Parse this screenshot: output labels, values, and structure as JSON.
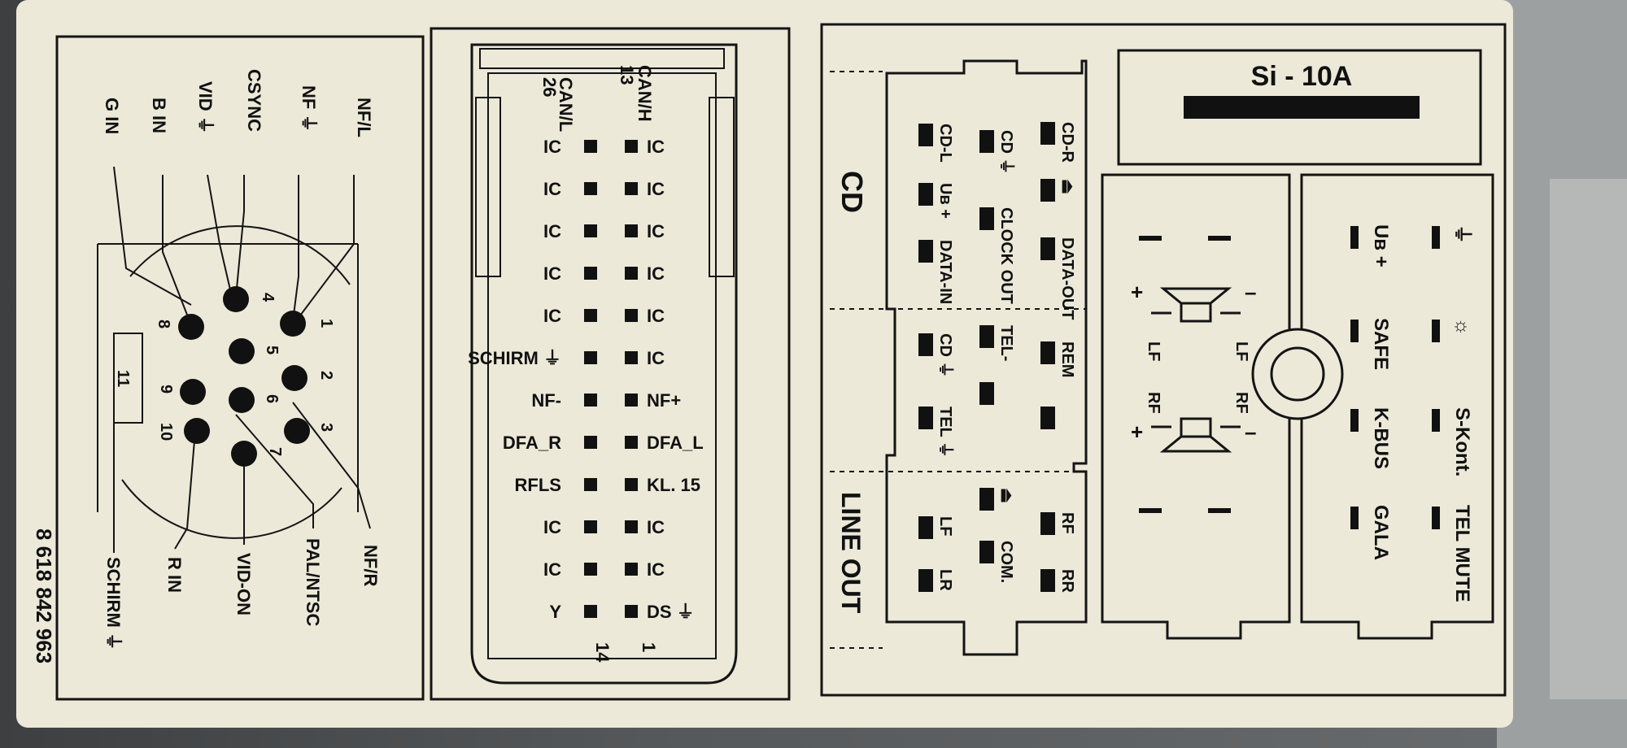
{
  "part_number": "8 618 842 963",
  "colors": {
    "label_bg": "#ece9d9",
    "line": "#141414",
    "metal": "#9da0a1",
    "background": "#3d3f41"
  },
  "round_connector": {
    "top_labels": [
      "NF/L",
      "NF ⏚",
      "CSYNC",
      "VID ⏚",
      "B IN",
      "G IN"
    ],
    "bottom_labels": [
      "NF/R",
      "PAL/NTSC",
      "VID-ON",
      "R IN",
      "SCHIRM ⏚"
    ],
    "pins": [
      "1",
      "2",
      "3",
      "4",
      "5",
      "6",
      "7",
      "8",
      "9",
      "10",
      "11"
    ]
  },
  "can_connector": {
    "header_left_pin": "26",
    "header_left_label": "CAN/L",
    "header_right_pin": "13",
    "header_right_label": "CAN/H",
    "left_rows": [
      "IC",
      "IC",
      "IC",
      "IC",
      "IC",
      "SCHIRM ⏚",
      "NF-",
      "DFA_R",
      "RFLS",
      "IC",
      "IC",
      "Y"
    ],
    "right_rows": [
      "IC",
      "IC",
      "IC",
      "IC",
      "IC",
      "IC",
      "NF+",
      "DFA_L",
      "KL. 15",
      "IC",
      "IC",
      "DS ⏚"
    ],
    "footer_left_pin": "14",
    "footer_right_pin": "1"
  },
  "quadlock": {
    "cd_section": "CD",
    "line_out_section": "LINE OUT",
    "cd_pins_a": [
      "CD-L",
      "Uʙ +",
      "DATA-IN"
    ],
    "cd_pins_b": [
      "CD ⏚",
      "CLOCK OUT"
    ],
    "cd_pins_c": [
      "CD-R",
      "⏏",
      "DATA-OUT"
    ],
    "mid_pins_a": [
      "CD ⏚",
      "TEL ⏚"
    ],
    "mid_pins_b": [
      "TEL-",
      ""
    ],
    "mid_pins_c": [
      "REM",
      ""
    ],
    "line_pins_a": [
      "LF",
      "LR"
    ],
    "line_pins_b": [
      "⏏",
      "COM."
    ],
    "line_pins_c": [
      "RF",
      "RR"
    ]
  },
  "fuse": {
    "label": "Si - 10A"
  },
  "speaker_block": {
    "labels": [
      "LF",
      "LF",
      "RF",
      "RF"
    ],
    "plus": "+",
    "minus": "–"
  },
  "power_block": {
    "col_left": [
      "Uʙ +",
      "SAFE",
      "K-BUS",
      "GALA"
    ],
    "col_right": [
      "⏚",
      "☼",
      "S-Kont.",
      "TEL MUTE"
    ]
  }
}
